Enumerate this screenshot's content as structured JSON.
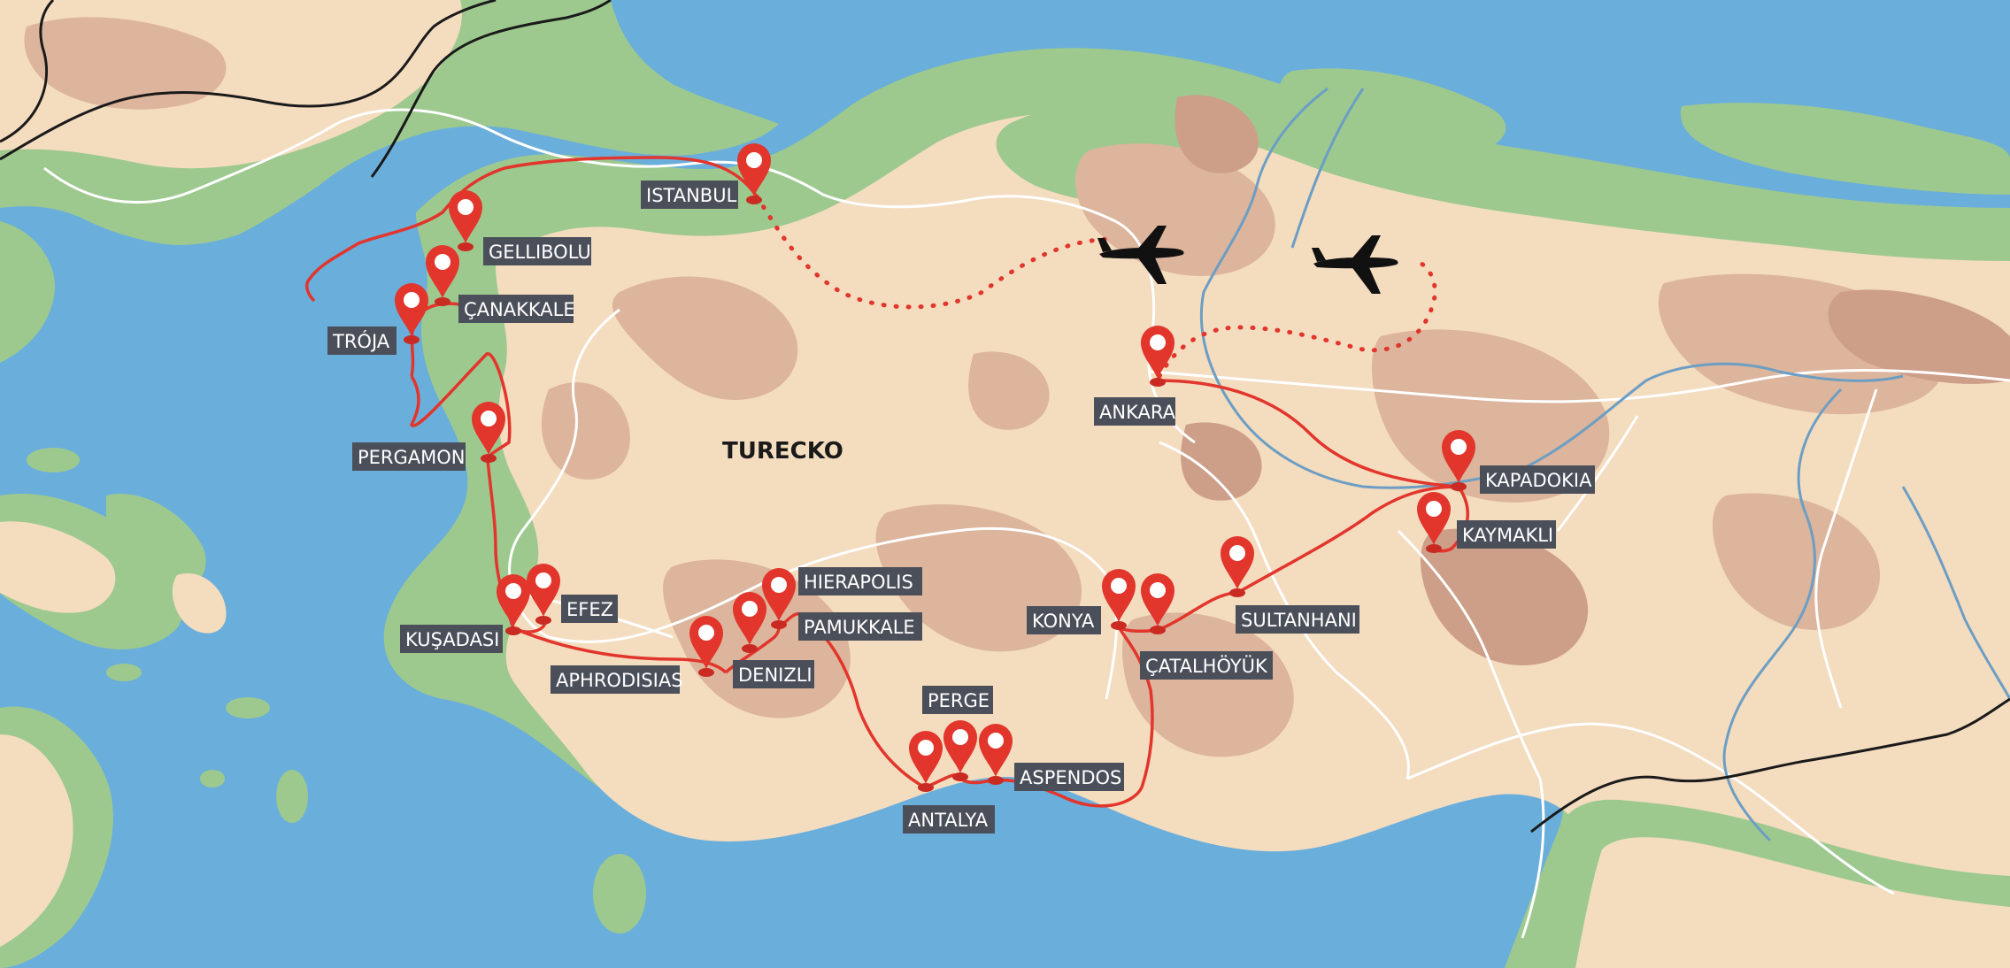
{
  "country_label": "TURECKO",
  "colors": {
    "sea": "#6aaedb",
    "lowland": "#9dc98f",
    "land": "#f4dcbf",
    "highland": "#dcb59c",
    "mountain": "#cd9e88",
    "route": "#e2352c",
    "road": "#ffffff",
    "river": "#6c9ec4",
    "border": "#1a1a1a",
    "label_bg": "#4b4f5a"
  },
  "places": [
    {
      "name": "ISTANBUL"
    },
    {
      "name": "GELLIBOLU"
    },
    {
      "name": "ÇANAKKALE"
    },
    {
      "name": "TRÓJA"
    },
    {
      "name": "PERGAMON"
    },
    {
      "name": "EFEZ"
    },
    {
      "name": "KUŞADASI"
    },
    {
      "name": "APHRODISIAS"
    },
    {
      "name": "DENIZLI"
    },
    {
      "name": "HIERAPOLIS"
    },
    {
      "name": "PAMUKKALE"
    },
    {
      "name": "PERGE"
    },
    {
      "name": "ANTALYA"
    },
    {
      "name": "ASPENDOS"
    },
    {
      "name": "KONYA"
    },
    {
      "name": "ÇATALHÖYÜK"
    },
    {
      "name": "SULTANHANI"
    },
    {
      "name": "ANKARA"
    },
    {
      "name": "KAPADOKIA"
    },
    {
      "name": "KAYMAKLI"
    }
  ],
  "icons": [
    "airplane-icon",
    "location-pin-icon"
  ]
}
